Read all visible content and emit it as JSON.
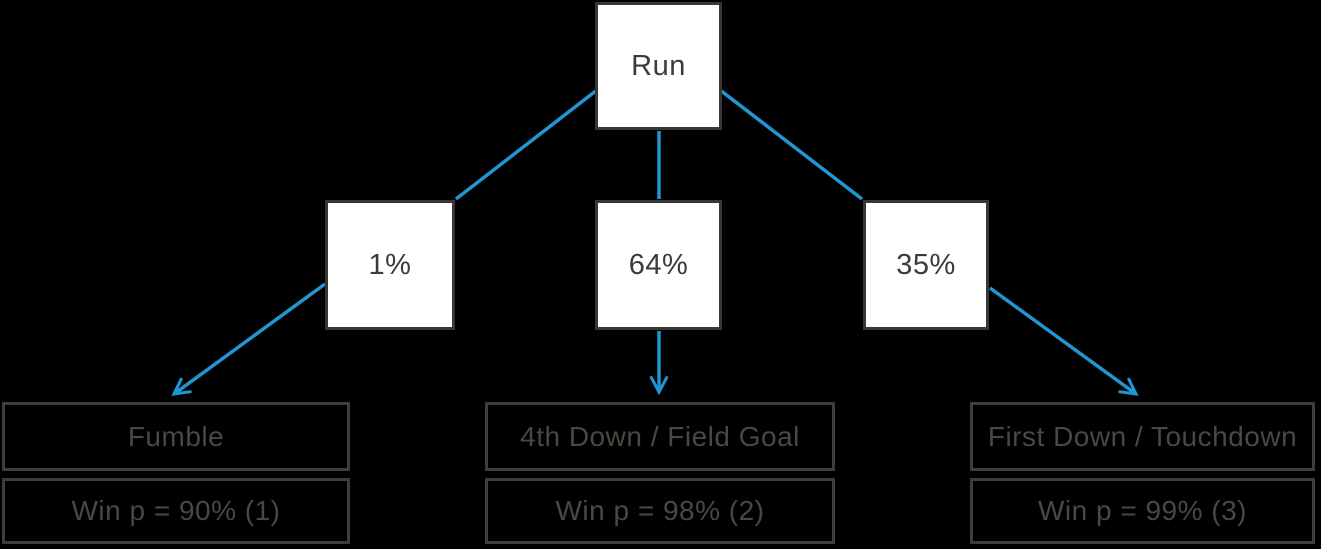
{
  "diagram": {
    "type": "decision-tree",
    "background_color": "#000000",
    "arrow_color": "#2196d3",
    "node_fill_color": "#ffffff",
    "node_border_color": "#3a3633",
    "node_text_color": "#3e3a36",
    "label_border_color": "#403c39",
    "label_text_color": "#4c4742",
    "root": {
      "label": "Run"
    },
    "branches": [
      {
        "probability": "1%",
        "outcome": "Fumble",
        "win_probability": "Win p = 90% (1)"
      },
      {
        "probability": "64%",
        "outcome": "4th Down / Field Goal",
        "win_probability": "Win p = 98% (2)"
      },
      {
        "probability": "35%",
        "outcome": "First Down / Touchdown",
        "win_probability": "Win p = 99% (3)"
      }
    ]
  }
}
